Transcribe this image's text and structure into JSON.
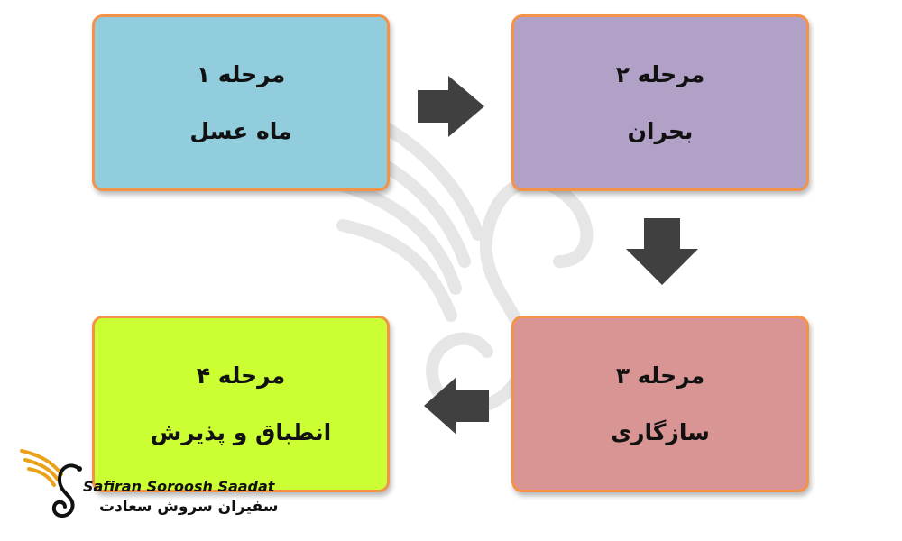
{
  "stages": [
    {
      "title": "مرحله ۱",
      "name": "ماه عسل",
      "color": "#92cddd"
    },
    {
      "title": "مرحله ۲",
      "name": "بحران",
      "color": "#b1a1c7"
    },
    {
      "title": "مرحله ۳",
      "name": "سازگاری",
      "color": "#d99594"
    },
    {
      "title": "مرحله ۴",
      "name": "انطباق و پذیرش",
      "color": "#ccff33"
    }
  ],
  "border_color": "#f5924a",
  "arrow_color": "#404040",
  "logo": {
    "text_en": "Safiran Soroosh Saadat",
    "text_fa": "سفیران سروش سعادت",
    "icon": "swan-logo-icon"
  },
  "watermark_icon": "swan-watermark-icon"
}
